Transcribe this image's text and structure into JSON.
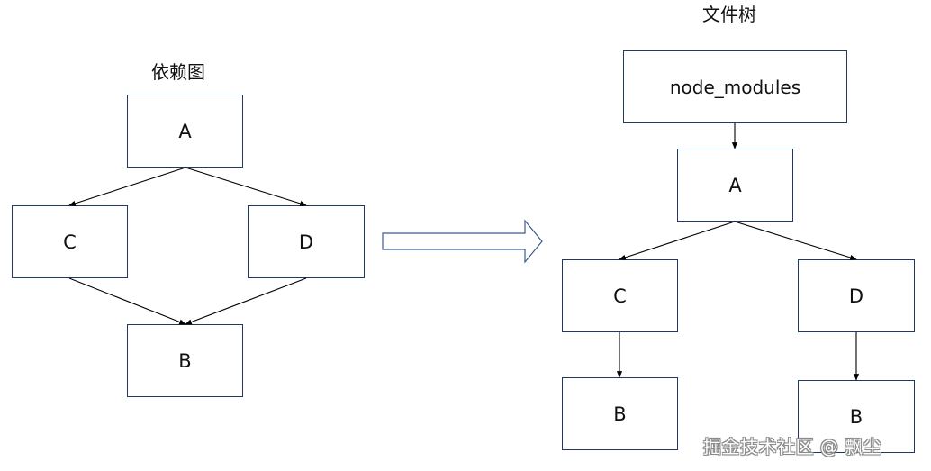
{
  "dependency_graph": {
    "title": "依赖图",
    "nodes": {
      "a": "A",
      "c": "C",
      "d": "D",
      "b": "B"
    }
  },
  "file_tree": {
    "title": "文件树",
    "nodes": {
      "root": "node_modules",
      "a": "A",
      "c": "C",
      "d": "D",
      "b_under_c": "B",
      "b_under_d": "B"
    }
  },
  "watermark": "掘金技术社区 @ 飘尘",
  "colors": {
    "box_border": "#203864",
    "line": "#000000",
    "transform_arrow": "#3c5a8c",
    "text": "#111111"
  }
}
